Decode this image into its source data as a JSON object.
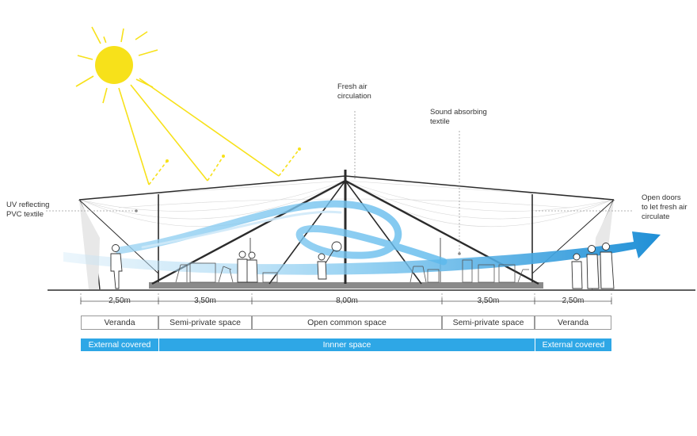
{
  "annotations": {
    "fresh_air": "Fresh air\ncirculation",
    "sound_textile": "Sound absorbing\ntextile",
    "uv_textile": "UV reflecting\nPVC textile",
    "open_doors": "Open doors\nto let fresh air\ncirculate"
  },
  "dimensions": [
    "2,50m",
    "3,50m",
    "8,00m",
    "3,50m",
    "2,50m"
  ],
  "zones": [
    "Veranda",
    "Semi-private space",
    "Open common space",
    "Semi-private space",
    "Veranda"
  ],
  "categories": [
    "External covered",
    "Innner space",
    "External covered"
  ],
  "colors": {
    "sun": "#f7e11a",
    "air_flow": "#4fb3ea",
    "category_band": "#2ea7e6",
    "structure": "#2b2b2b"
  },
  "icons": [
    "sun-icon",
    "air-flow-arrow-icon",
    "person-icon"
  ]
}
